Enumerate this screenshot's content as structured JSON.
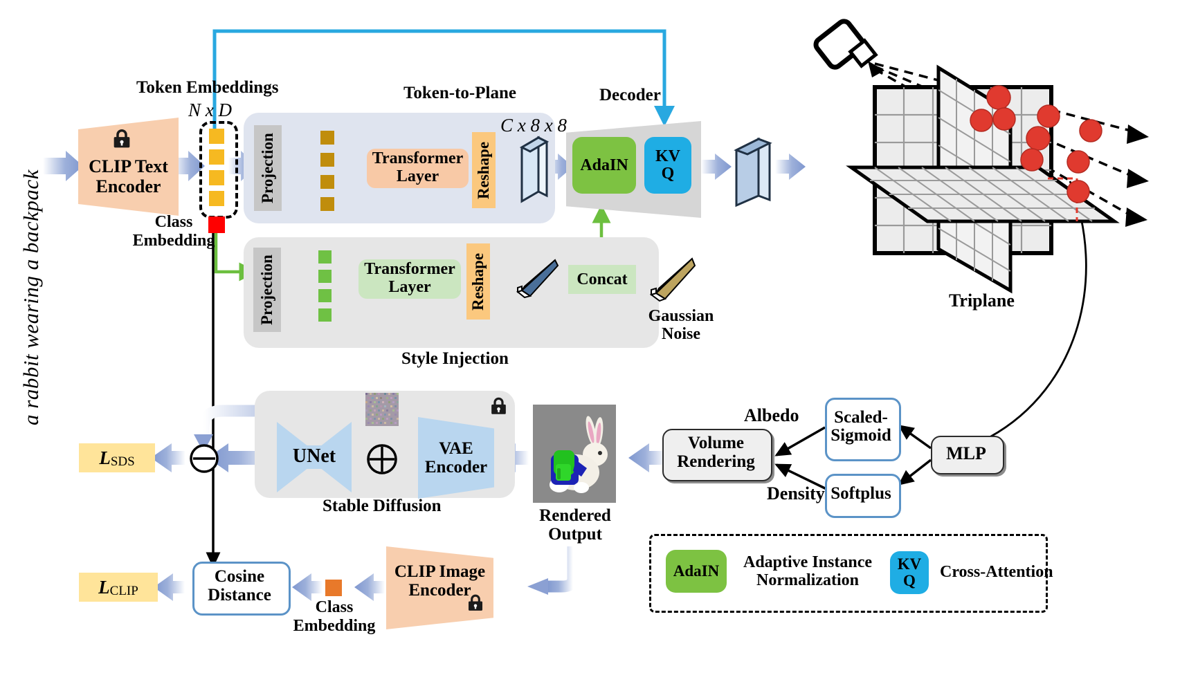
{
  "prompt": {
    "text": "a rabbit wearing a backpack"
  },
  "encoder": {
    "label": "CLIP Text\nEncoder",
    "line1": "CLIP Text",
    "line2": "Encoder",
    "lock": "lock-icon"
  },
  "token_embeddings": {
    "title": "Token Embeddings",
    "dims": "N x D",
    "class_embedding_label": "Class\nEmbedding",
    "class_embedding_l1": "Class",
    "class_embedding_l2": "Embedding",
    "token_color": "#f6b921",
    "class_color": "#ff0000"
  },
  "token_to_plane": {
    "title": "Token-to-Plane",
    "projection": "Projection",
    "transformer": "Transformer Layer",
    "transformer_l1": "Transformer",
    "transformer_l2": "Layer",
    "reshape": "Reshape",
    "plane_dims": "C x 8 x 8",
    "token_color": "#c08d0c"
  },
  "style_injection": {
    "title": "Style Injection",
    "projection": "Projection",
    "transformer_l1": "Transformer",
    "transformer_l2": "Layer",
    "reshape": "Reshape",
    "concat": "Concat",
    "gaussian_noise_l1": "Gaussian",
    "gaussian_noise_l2": "Noise",
    "token_color": "#6fc144"
  },
  "decoder": {
    "title": "Decoder",
    "adain": "AdaIN",
    "kv": "KV",
    "q": "Q"
  },
  "triplane": {
    "label": "Triplane",
    "camera": "camera-icon",
    "point_color": "#e03a2f"
  },
  "rendering": {
    "volume_rendering_l1": "Volume",
    "volume_rendering_l2": "Rendering",
    "albedo": "Albedo",
    "density": "Density",
    "scaled_sigmoid_l1": "Scaled-",
    "scaled_sigmoid_l2": "Sigmoid",
    "softplus": "Softplus",
    "mlp": "MLP"
  },
  "rendered_output": {
    "l1": "Rendered",
    "l2": "Output"
  },
  "stable_diffusion": {
    "title": "Stable Diffusion",
    "unet": "UNet",
    "vae_l1": "VAE",
    "vae_l2": "Encoder",
    "plus": "⊕",
    "minus": "⊖",
    "lock": "lock-icon"
  },
  "losses": {
    "sds_base": "L",
    "sds_sub": "SDS",
    "clip_base": "L",
    "clip_sub": "CLIP",
    "color": "#ffe49a"
  },
  "clip_image_encoder": {
    "l1": "CLIP Image",
    "l2": "Encoder",
    "lock": "lock-icon",
    "class_embedding_l1": "Class",
    "class_embedding_l2": "Embedding",
    "class_color": "#e8792a"
  },
  "cosine_distance": {
    "l1": "Cosine",
    "l2": "Distance"
  },
  "legend": {
    "items": [
      {
        "chip": "AdaIN",
        "chip_color": "#7dc242",
        "desc_l1": "Adaptive Instance",
        "desc_l2": "Normalization"
      },
      {
        "chip_l1": "KV",
        "chip_l2": "Q",
        "chip_color": "#1fade4",
        "desc_l1": "Cross-Attention",
        "desc_l2": ""
      }
    ]
  },
  "colors": {
    "arrow_blue": "#8fa5d6",
    "flow_cyan": "#29a8e0",
    "flow_green": "#6cbf3f",
    "panel_blue": "#dfe4ef",
    "panel_gray": "#e6e6e6",
    "trapezoid_peach": "#f8ceae"
  }
}
